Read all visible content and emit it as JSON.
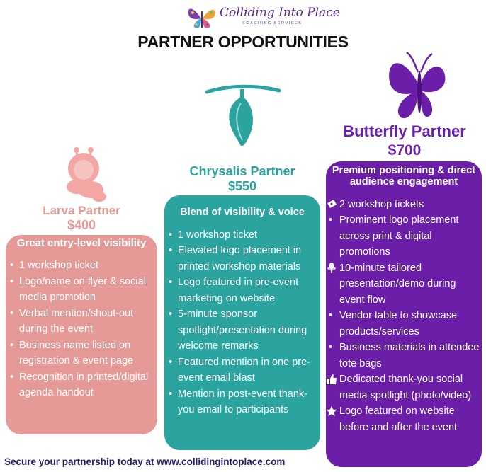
{
  "brand": {
    "name": "Colliding Into Place",
    "tagline": "COACHING SERVICES"
  },
  "title": "PARTNER OPPORTUNITIES",
  "colors": {
    "larva": "#e59a98",
    "chrysalis": "#2ba4a0",
    "butterfly": "#6b1fa8",
    "footer": "#2c1a6e"
  },
  "tiers": {
    "larva": {
      "name": "Larva Partner",
      "price": "$400",
      "heading": "Great entry-level visibility",
      "items": [
        "1 workshop ticket",
        "Logo/name on flyer & social media promotion",
        "Verbal mention/shout-out during the event",
        "Business name listed on registration & event page",
        "Recognition in printed/digital agenda handout"
      ]
    },
    "chrysalis": {
      "name": "Chrysalis Partner",
      "price": "$550",
      "heading": "Blend of visibility & voice",
      "items": [
        "1 workshop ticket",
        "Elevated logo placement in printed workshop materials",
        "Logo featured in pre-event marketing on website",
        "5-minute sponsor spotlight/presentation during welcome remarks",
        "Featured mention in one pre-event email blast",
        "Mention in post-event thank-you email to participants"
      ]
    },
    "butterfly": {
      "name": "Butterfly Partner",
      "price": "$700",
      "heading": "Premium positioning & direct audience engagement",
      "items": [
        "2 workshop tickets",
        "Prominent logo placement across print & digital promotions",
        "10-minute tailored presentation/demo during event flow",
        "Vendor table to showcase products/services",
        "Business materials in attendee tote bags",
        "Dedicated thank-you social media spotlight (photo/video)",
        "Logo featured on website before and after the event"
      ]
    }
  },
  "icons": {
    "larva": "larva-icon",
    "chrysalis": "chrysalis-icon",
    "butterfly": "butterfly-icon",
    "ticket": "ticket-icon",
    "microphone": "microphone-icon",
    "thumbs_up": "thumbs-up-icon",
    "star": "star-icon"
  },
  "footer": "Secure your partnership today at www.collidingintoplace.com"
}
